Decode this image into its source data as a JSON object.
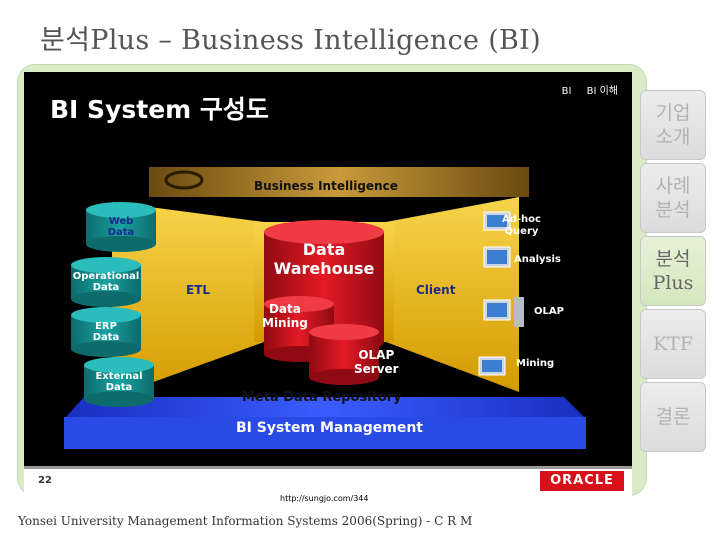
{
  "header": {
    "title": "분석Plus – Business Intelligence (BI)"
  },
  "slide": {
    "title": "BI System 구성도",
    "crumbs": [
      "BI",
      "BI 이해"
    ],
    "bi_label": "Business Intelligence",
    "sources": [
      {
        "label": "Web\nData"
      },
      {
        "label": "Operational\nData"
      },
      {
        "label": "ERP\nData"
      },
      {
        "label": "External\nData"
      }
    ],
    "etl": "ETL",
    "warehouse": "Data\nWarehouse",
    "mining": "Data\nMining",
    "olap_server": "OLAP\nServer",
    "client": "Client",
    "clients": [
      "Ad-hoc\nQuery",
      "Analysis",
      "OLAP",
      "Mining"
    ],
    "meta": "Meta Data Repository",
    "mgmt": "BI System Management",
    "page_number": "22",
    "logo": "ORACLE"
  },
  "url": "http://sungjo.com/344",
  "credit": "Yonsei University Management Information Systems 2006(Spring) - C R M",
  "nav": [
    {
      "label": "기업\n소개",
      "active": false
    },
    {
      "label": "사례\n분석",
      "active": false
    },
    {
      "label": "분석\nPlus",
      "active": true
    },
    {
      "label": "KTF",
      "active": false
    },
    {
      "label": "결론",
      "active": false
    }
  ],
  "colors": {
    "accent": "#d9ecc7",
    "gold": "#f2c200",
    "warehouse": "#d40f1c",
    "blue_band": "#2244dd"
  }
}
